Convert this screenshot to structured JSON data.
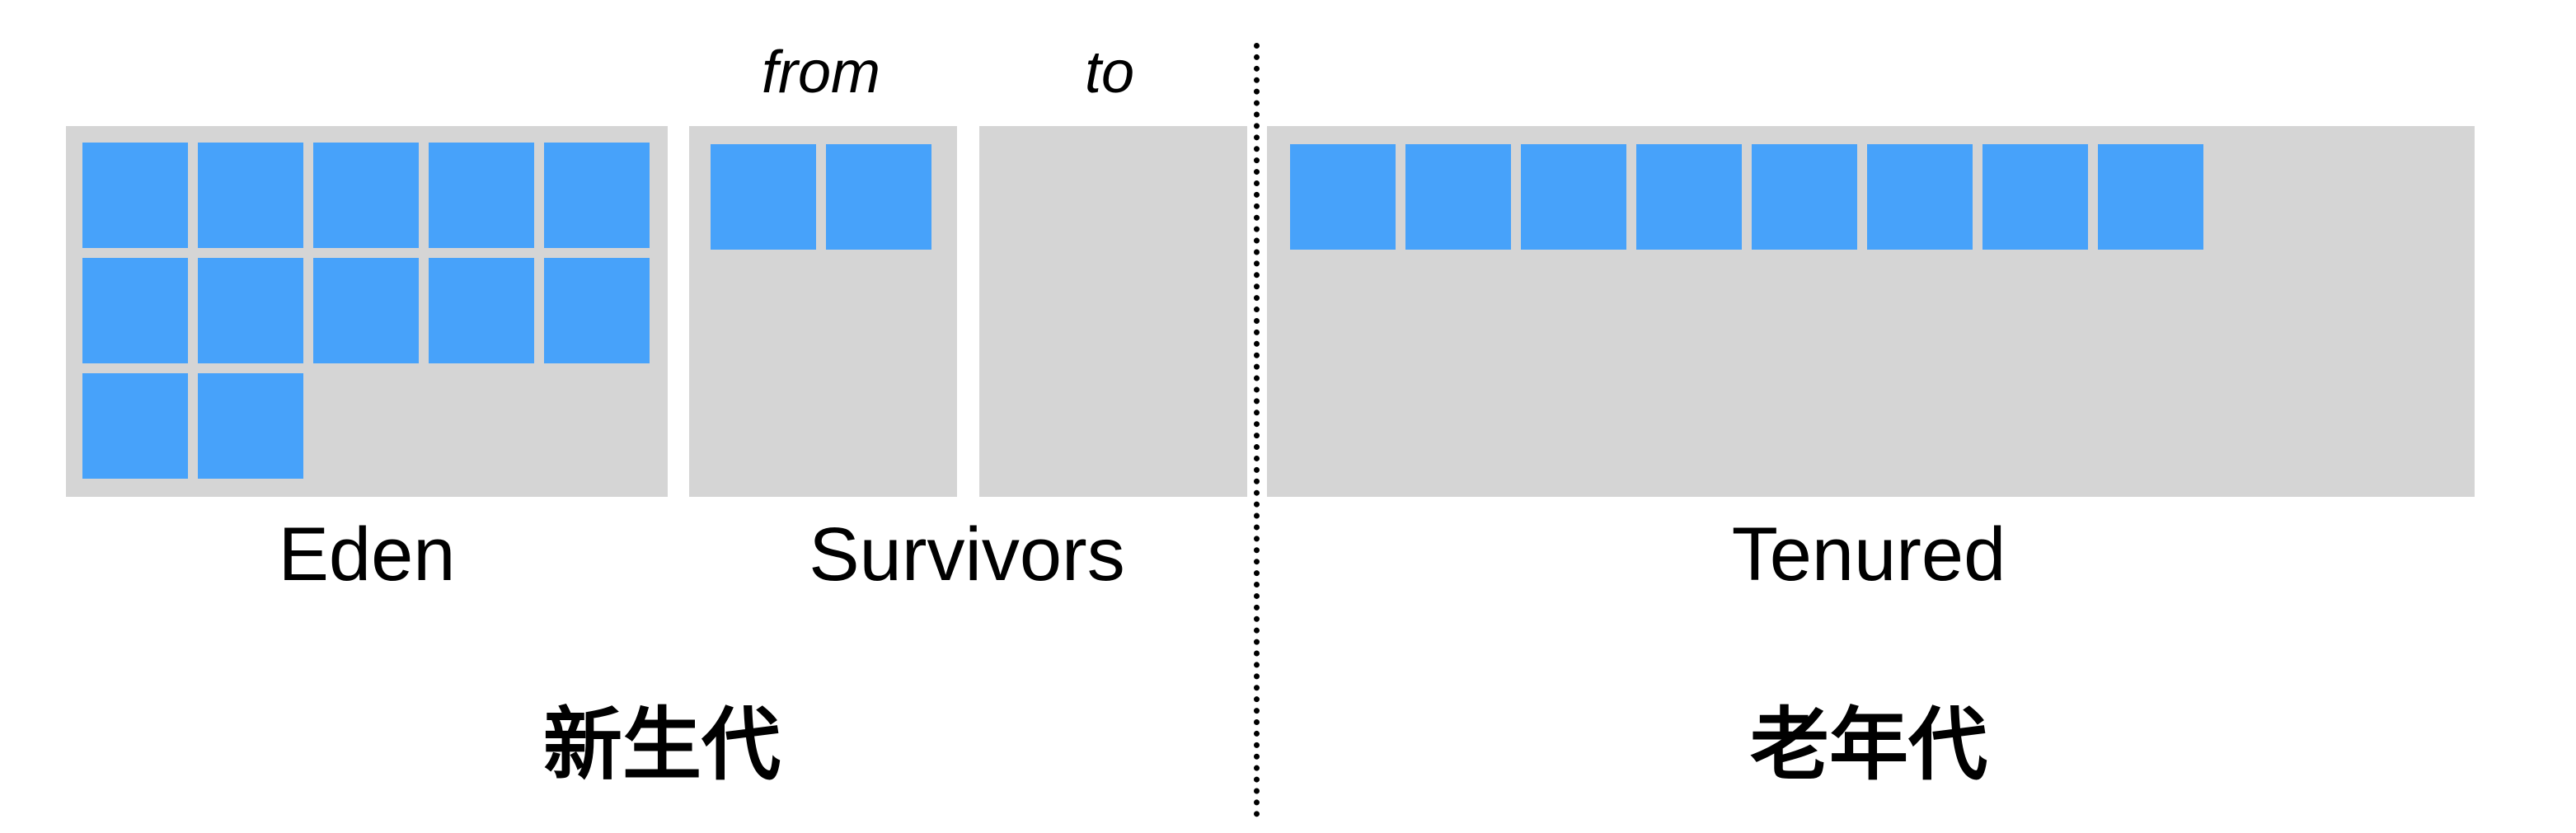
{
  "diagram": {
    "from_label": "from",
    "to_label": "to",
    "eden_label": "Eden",
    "survivors_label": "Survivors",
    "tenured_label": "Tenured",
    "young_gen_label": "新生代",
    "old_gen_label": "老年代",
    "eden_object_count": 12,
    "from_object_count": 2,
    "to_object_count": 0,
    "tenured_object_count": 8,
    "region_color": "#d5d5d5",
    "object_color": "#47a2fa"
  }
}
